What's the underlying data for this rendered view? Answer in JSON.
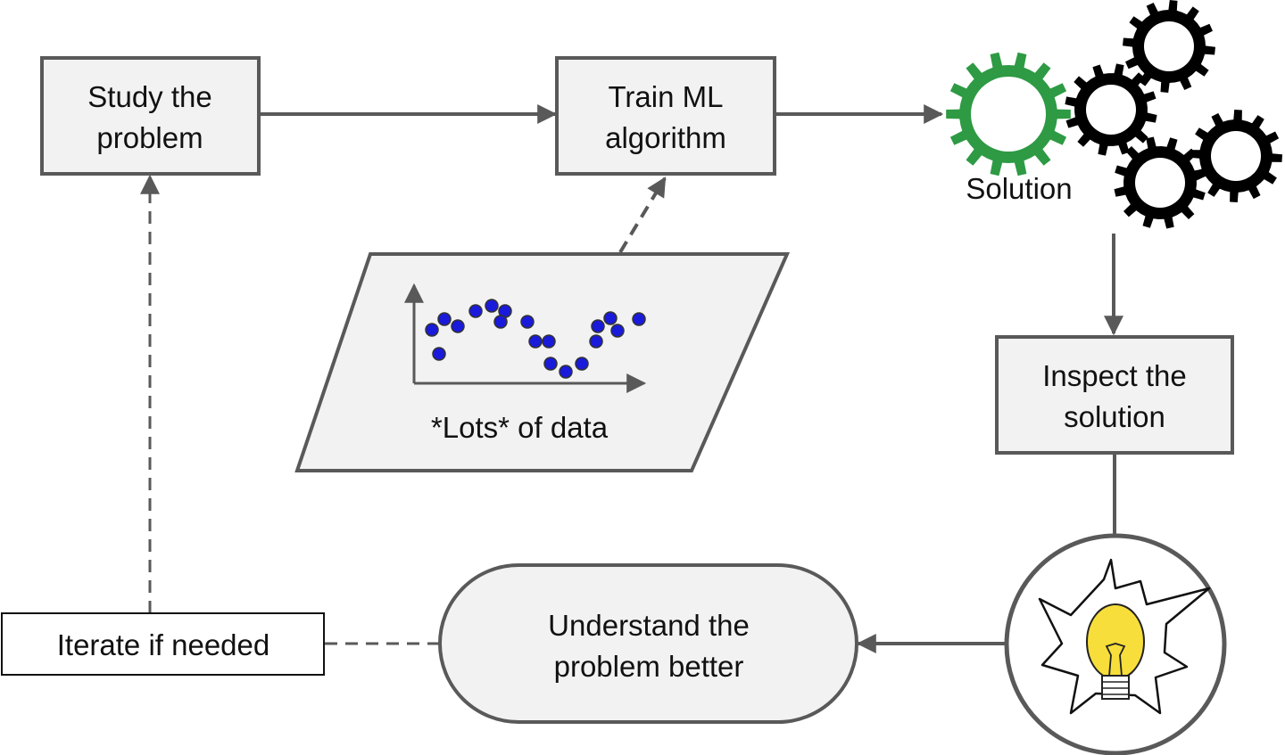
{
  "nodes": {
    "study": {
      "line1": "Study the",
      "line2": "problem"
    },
    "train": {
      "line1": "Train ML",
      "line2": "algorithm"
    },
    "data": {
      "label": "*Lots* of data"
    },
    "solution": {
      "label": "Solution"
    },
    "inspect": {
      "line1": "Inspect the",
      "line2": "solution"
    },
    "understand": {
      "line1": "Understand the",
      "line2": "problem better"
    },
    "iterate": {
      "label": "Iterate if needed"
    }
  },
  "icons": {
    "solution": "gears-icon",
    "insight": "lightbulb-icon",
    "data": "scatter-plot-icon"
  },
  "colors": {
    "stroke": "#595959",
    "box_fill": "#f2f2f2",
    "gear_green": "#2e9a44",
    "gear_black": "#000000",
    "point_blue": "#1a1adb",
    "bulb_yellow": "#f7de3a"
  }
}
